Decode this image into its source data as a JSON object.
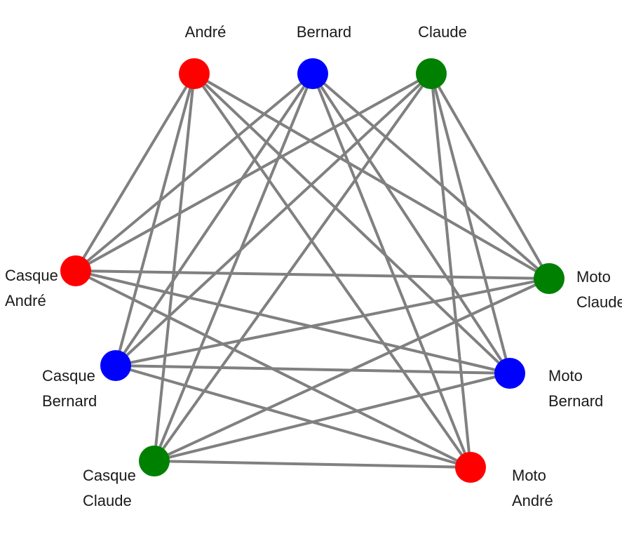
{
  "colors": {
    "edge": "#808080",
    "red": "#ff0000",
    "blue": "#0000ff",
    "green": "#008000"
  },
  "nodes": [
    {
      "id": "andre",
      "color": "red",
      "label_lines": [
        "André"
      ]
    },
    {
      "id": "bernard",
      "color": "blue",
      "label_lines": [
        "Bernard"
      ]
    },
    {
      "id": "claude",
      "color": "green",
      "label_lines": [
        "Claude"
      ]
    },
    {
      "id": "casque-andre",
      "color": "red",
      "label_lines": [
        "Casque",
        "André"
      ]
    },
    {
      "id": "casque-bernard",
      "color": "blue",
      "label_lines": [
        "Casque",
        "Bernard"
      ]
    },
    {
      "id": "casque-claude",
      "color": "green",
      "label_lines": [
        "Casque",
        "Claude"
      ]
    },
    {
      "id": "moto-claude",
      "color": "green",
      "label_lines": [
        "Moto",
        "Claude"
      ]
    },
    {
      "id": "moto-bernard",
      "color": "blue",
      "label_lines": [
        "Moto",
        "Bernard"
      ]
    },
    {
      "id": "moto-andre",
      "color": "red",
      "label_lines": [
        "Moto",
        "André"
      ]
    }
  ],
  "edges": [
    [
      "andre",
      "casque-andre"
    ],
    [
      "andre",
      "casque-bernard"
    ],
    [
      "andre",
      "casque-claude"
    ],
    [
      "andre",
      "moto-claude"
    ],
    [
      "andre",
      "moto-bernard"
    ],
    [
      "andre",
      "moto-andre"
    ],
    [
      "bernard",
      "casque-andre"
    ],
    [
      "bernard",
      "casque-bernard"
    ],
    [
      "bernard",
      "casque-claude"
    ],
    [
      "bernard",
      "moto-claude"
    ],
    [
      "bernard",
      "moto-bernard"
    ],
    [
      "bernard",
      "moto-andre"
    ],
    [
      "claude",
      "casque-andre"
    ],
    [
      "claude",
      "casque-bernard"
    ],
    [
      "claude",
      "casque-claude"
    ],
    [
      "claude",
      "moto-claude"
    ],
    [
      "claude",
      "moto-bernard"
    ],
    [
      "claude",
      "moto-andre"
    ],
    [
      "casque-andre",
      "moto-claude"
    ],
    [
      "casque-andre",
      "moto-bernard"
    ],
    [
      "casque-andre",
      "moto-andre"
    ],
    [
      "casque-bernard",
      "moto-claude"
    ],
    [
      "casque-bernard",
      "moto-bernard"
    ],
    [
      "casque-bernard",
      "moto-andre"
    ],
    [
      "casque-claude",
      "moto-claude"
    ],
    [
      "casque-claude",
      "moto-bernard"
    ],
    [
      "casque-claude",
      "moto-andre"
    ]
  ]
}
